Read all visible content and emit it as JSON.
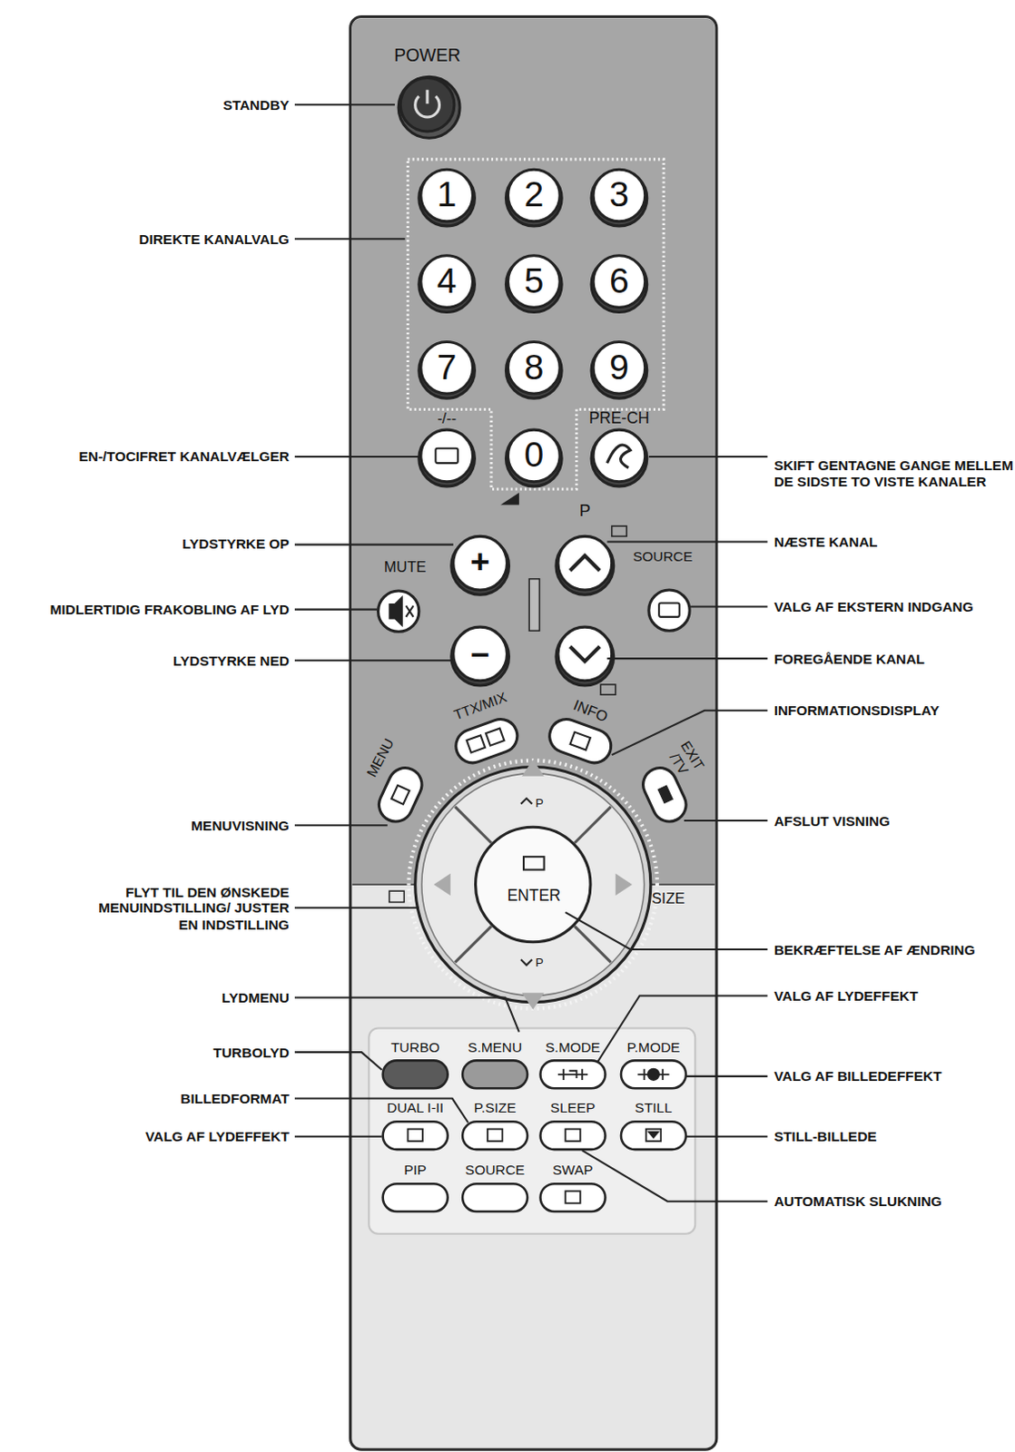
{
  "diagram": {
    "labels": [
      "POWER",
      "STANDBY",
      "1",
      "2",
      "3",
      "4",
      "5",
      "6",
      "7",
      "8",
      "9",
      "DIREKTE KANALVALG",
      "-/--",
      "PRE-CH",
      "EN-/TOCIFRET KANALVÆLGER",
      "0",
      "SKIFT GENTAGNE GANGE MELLEM DE SIDSTE TO VISTE KANALER",
      "P",
      "LYDSTYRKE OP",
      "+",
      "NÆSTE KANAL",
      "SOURCE",
      "MUTE",
      "MIDLERTIDIG FRAKOBLING AF LYD",
      "VALG AF EKSTERN INDGANG",
      "LYDSTYRKE NED",
      "–",
      "FOREGÅENDE KANAL",
      "TTX/MIX",
      "INFO",
      "INFORMATIONSDISPLAY",
      "MENU",
      "EXIT /TV",
      "MENUVISNING",
      "AFSLUT VISNING",
      "P",
      "ENTER",
      "FLYT TIL DEN ØNSKEDE MENUINDSTILLING/ JUSTER EN INDSTILLING",
      "SIZE",
      "BEKRÆFTELSE AF ÆNDRING",
      "P",
      "LYDMENU",
      "VALG AF LYDEFFEKT",
      "TURBOLYD",
      "TURBO",
      "S.MENU",
      "S.MODE",
      "P.MODE",
      "VALG AF BILLEDEFFEKT",
      "BILLEDFORMAT",
      "DUAL I-II",
      "P.SIZE",
      "SLEEP",
      "STILL",
      "VALG AF LYDEFFEKT",
      "STILL-BILLEDE",
      "PIP",
      "SOURCE",
      "SWAP",
      "AUTOMATISK SLUKNING"
    ]
  }
}
